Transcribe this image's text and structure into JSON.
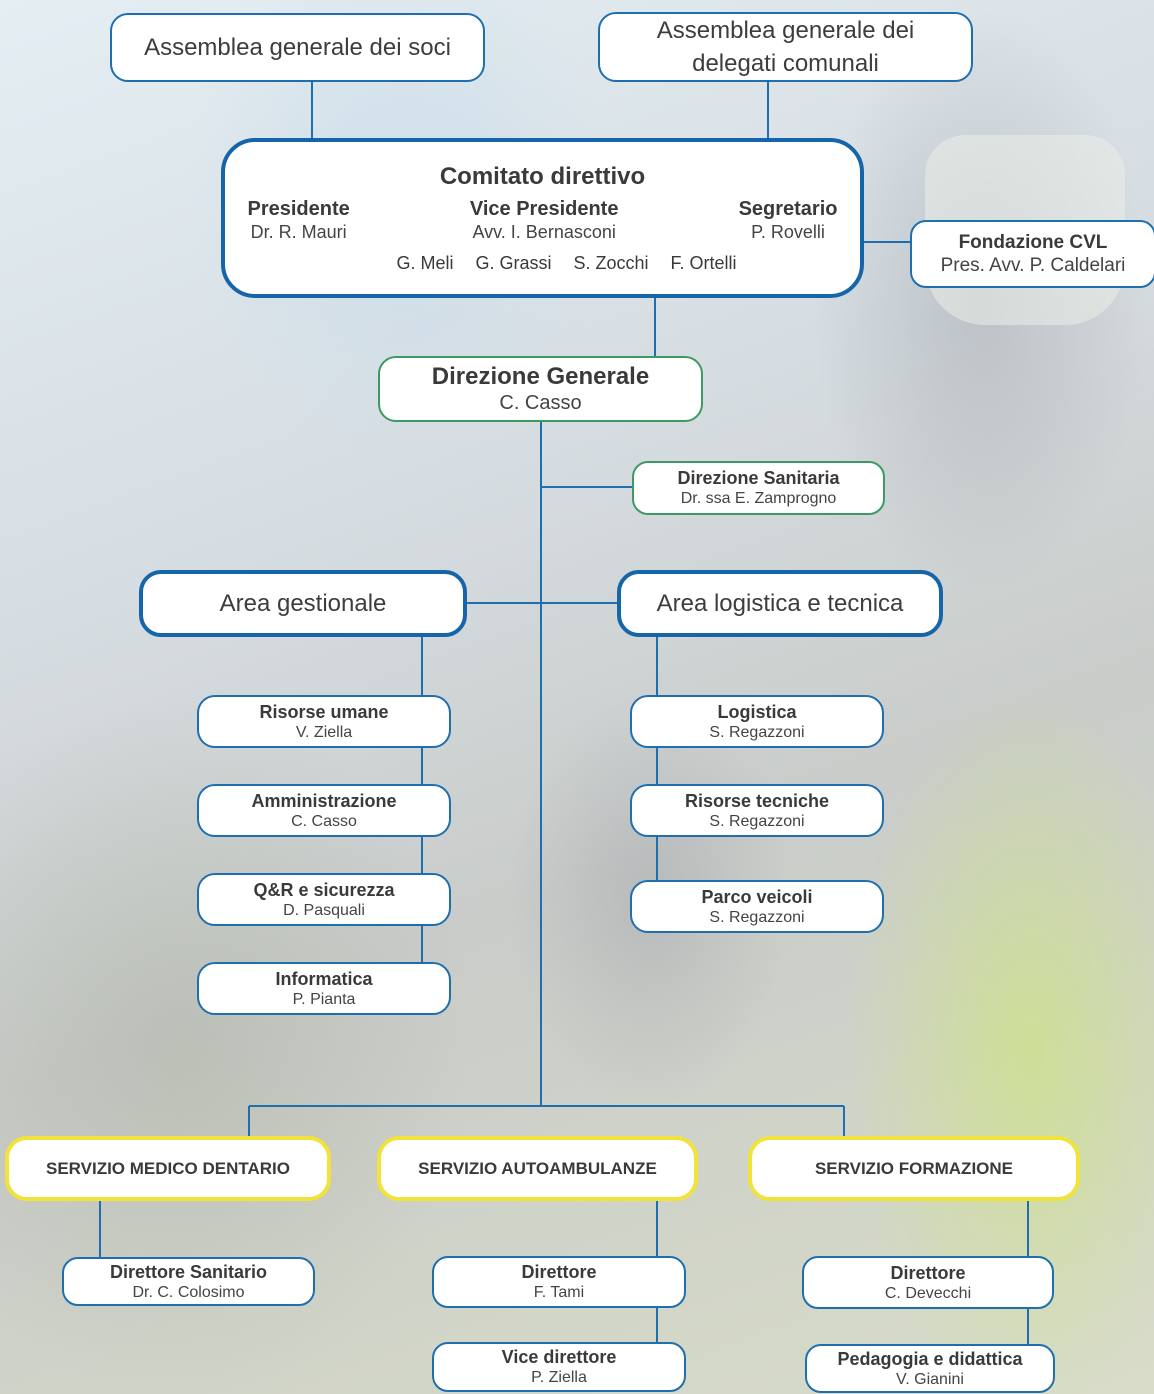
{
  "colors": {
    "blue": "#1565a8",
    "green": "#3e9a62",
    "yellow": "#f1e33a",
    "line": "#1f6fae"
  },
  "assemblea_soci": "Assemblea generale dei soci",
  "assemblea_delegati": [
    "Assemblea generale dei",
    "delegati comunali"
  ],
  "comitato": {
    "title": "Comitato direttivo",
    "roles": [
      {
        "role": "Presidente",
        "name": "Dr. R. Mauri"
      },
      {
        "role": "Vice Presidente",
        "name": "Avv. I. Bernasconi"
      },
      {
        "role": "Segretario",
        "name": "P. Rovelli"
      }
    ],
    "members": [
      "G. Meli",
      "G. Grassi",
      "S. Zocchi",
      "F. Ortelli"
    ]
  },
  "fondazione": {
    "title": "Fondazione CVL",
    "name": "Pres. Avv. P. Caldelari"
  },
  "direzione_generale": {
    "title": "Direzione Generale",
    "name": "C. Casso"
  },
  "direzione_sanitaria": {
    "title": "Direzione Sanitaria",
    "name": "Dr. ssa E. Zamprogno"
  },
  "area_gestionale": {
    "title": "Area gestionale",
    "units": [
      {
        "title": "Risorse umane",
        "name": "V. Ziella"
      },
      {
        "title": "Amministrazione",
        "name": "C. Casso"
      },
      {
        "title": "Q&R e sicurezza",
        "name": "D. Pasquali"
      },
      {
        "title": "Informatica",
        "name": "P. Pianta"
      }
    ]
  },
  "area_logistica": {
    "title": "Area logistica e tecnica",
    "units": [
      {
        "title": "Logistica",
        "name": "S. Regazzoni"
      },
      {
        "title": "Risorse tecniche",
        "name": "S. Regazzoni"
      },
      {
        "title": "Parco veicoli",
        "name": "S. Regazzoni"
      }
    ]
  },
  "servizi": [
    {
      "title": "SERVIZIO MEDICO DENTARIO",
      "units": [
        {
          "title": "Direttore Sanitario",
          "name": "Dr. C. Colosimo"
        }
      ]
    },
    {
      "title": "SERVIZIO AUTOAMBULANZE",
      "units": [
        {
          "title": "Direttore",
          "name": "F. Tami"
        },
        {
          "title": "Vice direttore",
          "name": "P. Ziella"
        }
      ]
    },
    {
      "title": "SERVIZIO FORMAZIONE",
      "units": [
        {
          "title": "Direttore",
          "name": "C. Devecchi"
        },
        {
          "title": "Pedagogia e didattica",
          "name": "V. Gianini"
        }
      ]
    }
  ]
}
